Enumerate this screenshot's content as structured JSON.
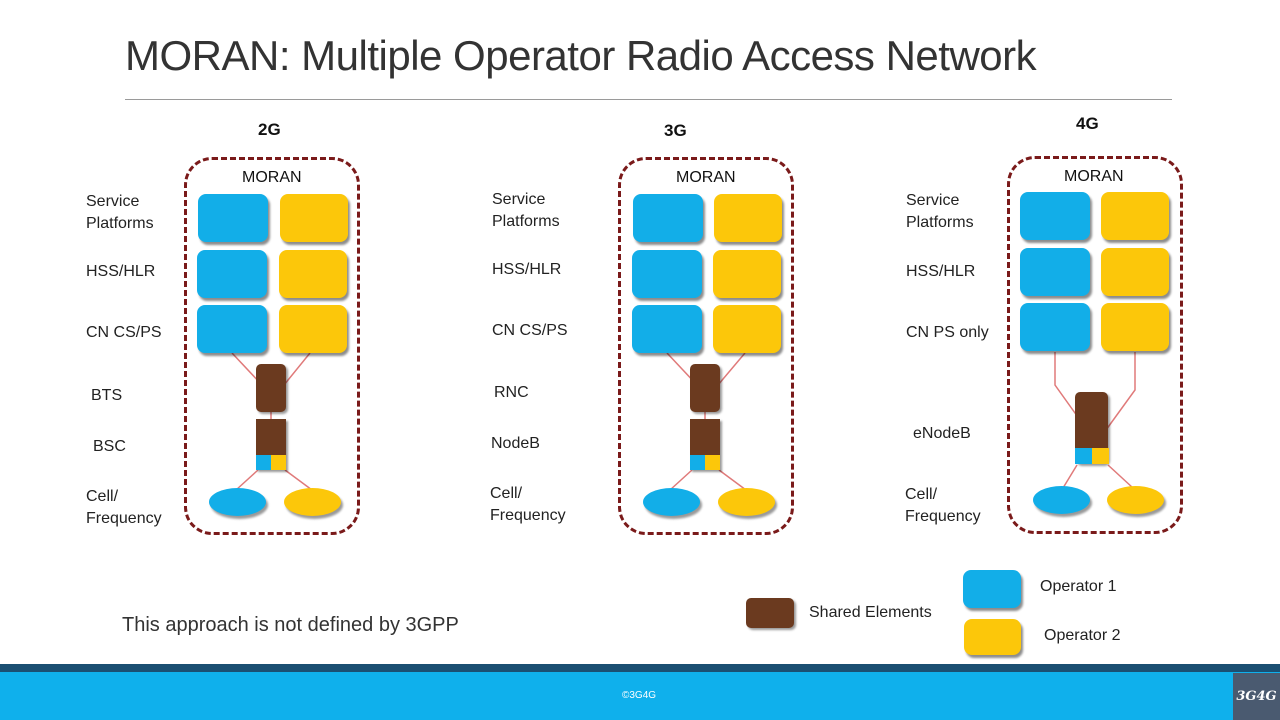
{
  "title": "MORAN: Multiple Operator Radio Access Network",
  "columns": [
    {
      "generation": "2G",
      "box_label": "MORAN",
      "rows": [
        "Service Platforms",
        "HSS/HLR",
        "CN CS/PS",
        "BTS",
        "BSC",
        "Cell/ Frequency"
      ]
    },
    {
      "generation": "3G",
      "box_label": "MORAN",
      "rows": [
        "Service Platforms",
        "HSS/HLR",
        "CN CS/PS",
        "RNC",
        "NodeB",
        "Cell/ Frequency"
      ]
    },
    {
      "generation": "4G",
      "box_label": "MORAN",
      "rows": [
        "Service Platforms",
        "HSS/HLR",
        "CN PS only",
        "eNodeB",
        "Cell/ Frequency"
      ]
    }
  ],
  "note": "This approach is not defined by 3GPP",
  "legend": {
    "shared": "Shared Elements",
    "operator1": "Operator 1",
    "operator2": "Operator 2"
  },
  "colors": {
    "operator1": "#12aee8",
    "operator2": "#fcc70a",
    "shared": "#6b3a1f",
    "boundary": "#7a1a1a",
    "link": "#e07a7a"
  },
  "footer": {
    "copyright": "©3G4G",
    "logo": "3G4G"
  }
}
